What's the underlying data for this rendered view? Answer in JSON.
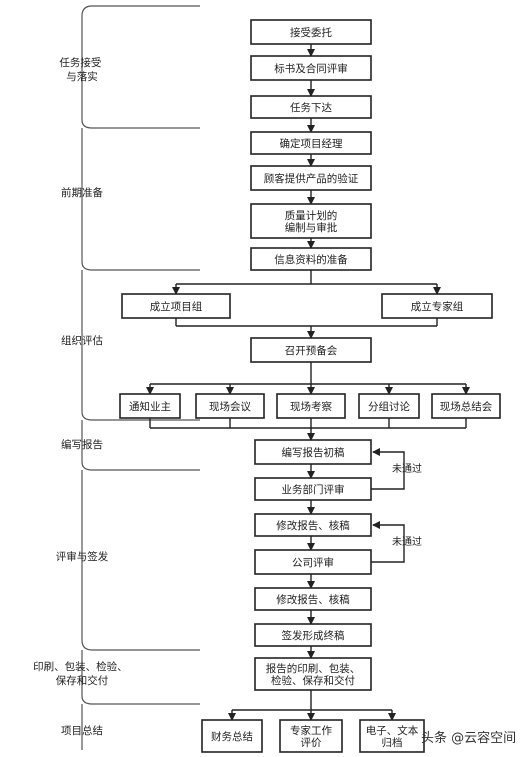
{
  "phases": [
    {
      "id": "p1",
      "lines": [
        "任务接受",
        "与落实"
      ]
    },
    {
      "id": "p2",
      "lines": [
        "前期准备"
      ]
    },
    {
      "id": "p3",
      "lines": [
        "组织评估"
      ]
    },
    {
      "id": "p4",
      "lines": [
        "编写报告"
      ]
    },
    {
      "id": "p5",
      "lines": [
        "评审与签发"
      ]
    },
    {
      "id": "p6",
      "lines": [
        "印刷、包装、检验、",
        "保存和交付"
      ]
    },
    {
      "id": "p7",
      "lines": [
        "项目总结"
      ]
    }
  ],
  "steps": [
    {
      "id": "s1",
      "lines": [
        "接受委托"
      ]
    },
    {
      "id": "s2",
      "lines": [
        "标书及合同评审"
      ]
    },
    {
      "id": "s3",
      "lines": [
        "任务下达"
      ]
    },
    {
      "id": "s4",
      "lines": [
        "确定项目经理"
      ]
    },
    {
      "id": "s5",
      "lines": [
        "顾客提供产品的验证"
      ]
    },
    {
      "id": "s6",
      "lines": [
        "质量计划的",
        "编制与审批"
      ]
    },
    {
      "id": "s7",
      "lines": [
        "信息资料的准备"
      ]
    },
    {
      "id": "s8",
      "lines": [
        "成立项目组"
      ]
    },
    {
      "id": "s9",
      "lines": [
        "成立专家组"
      ]
    },
    {
      "id": "s10",
      "lines": [
        "召开预备会"
      ]
    },
    {
      "id": "s11",
      "lines": [
        "通知业主"
      ]
    },
    {
      "id": "s12",
      "lines": [
        "现场会议"
      ]
    },
    {
      "id": "s13",
      "lines": [
        "现场考察"
      ]
    },
    {
      "id": "s14",
      "lines": [
        "分组讨论"
      ]
    },
    {
      "id": "s15",
      "lines": [
        "现场总结会"
      ]
    },
    {
      "id": "s16",
      "lines": [
        "编写报告初稿"
      ]
    },
    {
      "id": "s17",
      "lines": [
        "业务部门评审"
      ]
    },
    {
      "id": "s18",
      "lines": [
        "修改报告、核稿"
      ]
    },
    {
      "id": "s19",
      "lines": [
        "公司评审"
      ]
    },
    {
      "id": "s20",
      "lines": [
        "修改报告、核稿"
      ]
    },
    {
      "id": "s21",
      "lines": [
        "签发形成终稿"
      ]
    },
    {
      "id": "s22",
      "lines": [
        "报告的印刷、包装、",
        "检验、保存和交付"
      ]
    },
    {
      "id": "s23",
      "lines": [
        "财务总结"
      ]
    },
    {
      "id": "s24",
      "lines": [
        "专家工作",
        "评价"
      ]
    },
    {
      "id": "s25",
      "lines": [
        "电子、文本",
        "归档"
      ]
    }
  ],
  "notes": {
    "fail_1": "未通过",
    "fail_2": "未通过"
  },
  "watermark": "头条 @云容空间"
}
